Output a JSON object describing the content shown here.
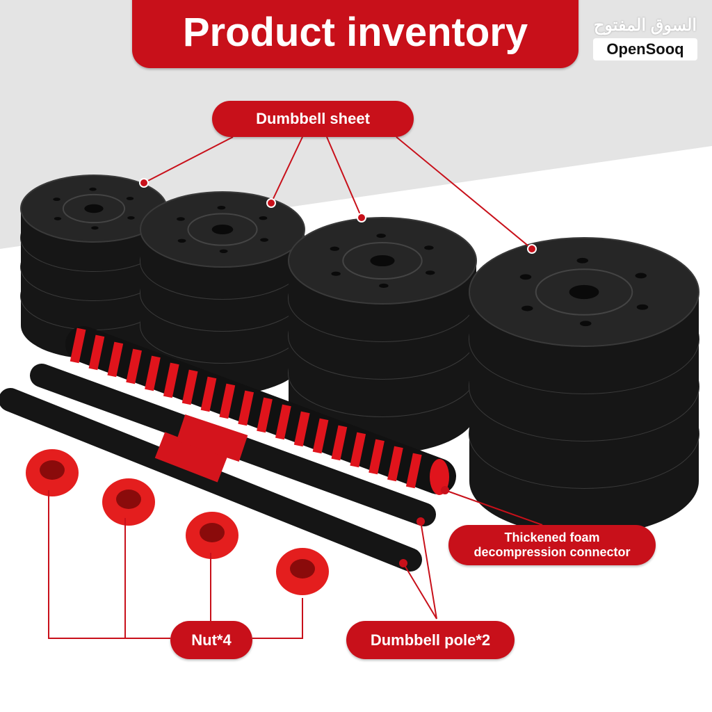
{
  "title": "Product inventory",
  "logo": {
    "arabic": "السوق المفتوح",
    "english": "OpenSooq"
  },
  "labels": {
    "dumbbell_sheet": "Dumbbell sheet",
    "foam_line1": "Thickened foam",
    "foam_line2": "decompression connector",
    "nut": "Nut*4",
    "pole": "Dumbbell pole*2"
  },
  "colors": {
    "accent": "#c8101a",
    "plate": "#1c1c1c",
    "background_top": "#e4e4e4"
  }
}
